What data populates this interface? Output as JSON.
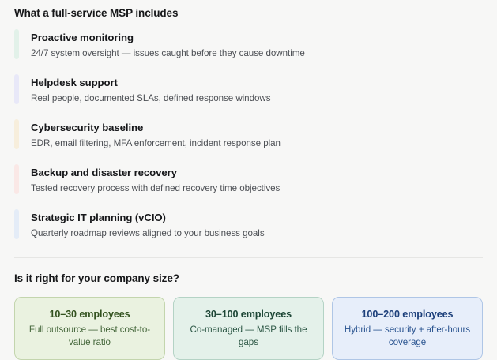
{
  "page": {
    "background_color": "#f7f7f6",
    "divider_color": "#e6e6e4"
  },
  "includes_section": {
    "heading": "What a full-service MSP includes",
    "items": [
      {
        "title": "Proactive monitoring",
        "description": "24/7 system oversight — issues caught before they cause downtime",
        "accent_color": "#e2f1e9"
      },
      {
        "title": "Helpdesk support",
        "description": "Real people, documented SLAs, defined response windows",
        "accent_color": "#e8e8f8"
      },
      {
        "title": "Cybersecurity baseline",
        "description": "EDR, email filtering, MFA enforcement, incident response plan",
        "accent_color": "#f7eedc"
      },
      {
        "title": "Backup and disaster recovery",
        "description": "Tested recovery process with defined recovery time objectives",
        "accent_color": "#fae8e6"
      },
      {
        "title": "Strategic IT planning (vCIO)",
        "description": "Quarterly roadmap reviews aligned to your business goals",
        "accent_color": "#e4ecf7"
      }
    ]
  },
  "company_size_section": {
    "heading": "Is it right for your company size?",
    "cards": [
      {
        "title": "10–30 employees",
        "description": "Full outsource — best cost-to-value ratio",
        "background_color": "#eaf2e0",
        "border_color": "#c3d5ad",
        "title_color": "#33521f",
        "text_color": "#44663a"
      },
      {
        "title": "30–100 employees",
        "description": "Co-managed — MSP fills the gaps",
        "background_color": "#e4f1ea",
        "border_color": "#b4d3c5",
        "title_color": "#1d4636",
        "text_color": "#2d5846"
      },
      {
        "title": "100–200 employees",
        "description": "Hybrid — security + after-hours coverage",
        "background_color": "#e7eefa",
        "border_color": "#afc6e6",
        "title_color": "#1c3f7a",
        "text_color": "#2a5490"
      }
    ]
  }
}
